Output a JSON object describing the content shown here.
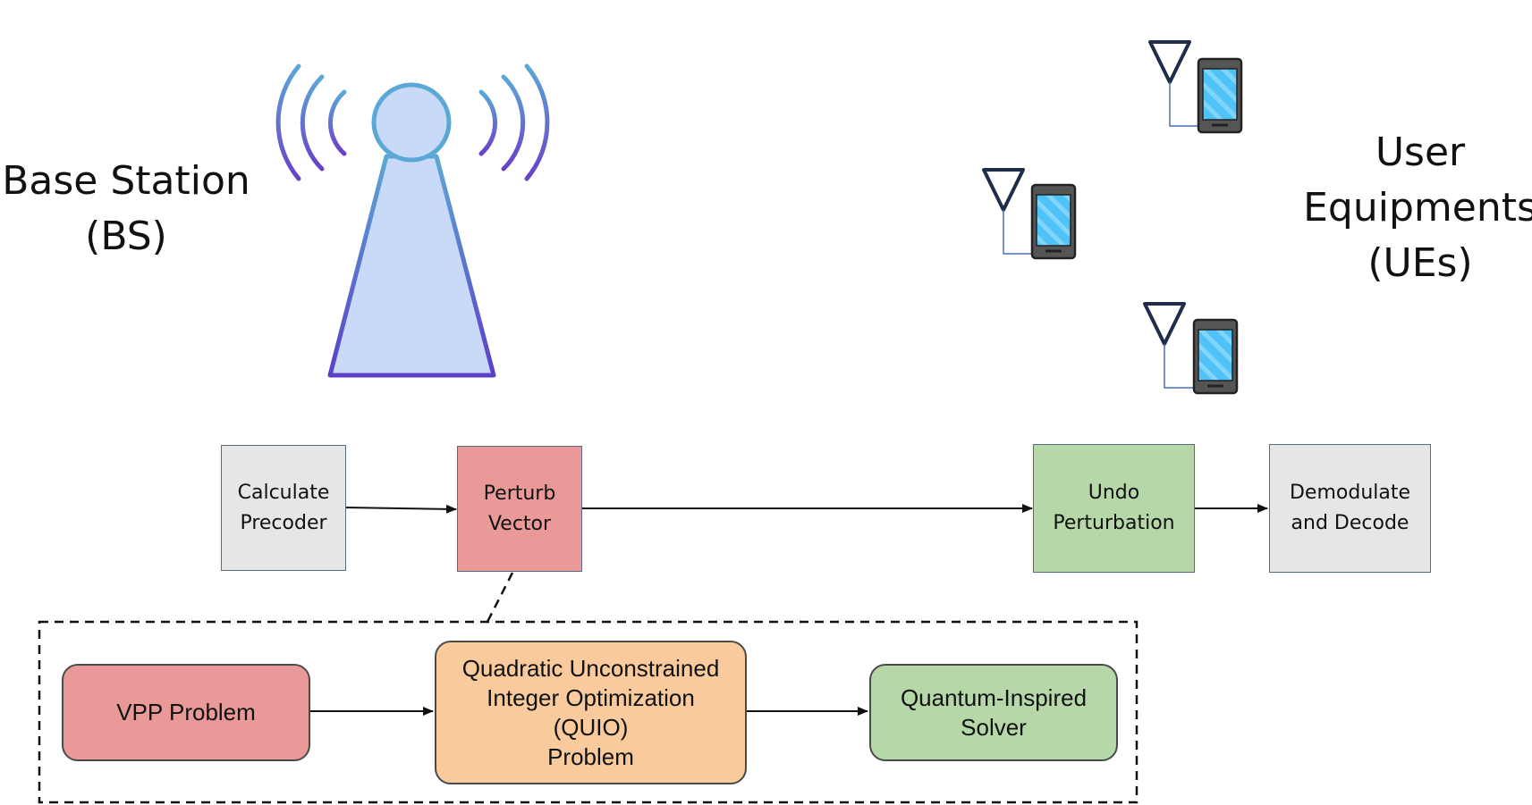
{
  "base_station": {
    "title": "Base Station",
    "abbrev": "(BS)"
  },
  "user_equipments": {
    "line1": "User",
    "line2": "Equipments",
    "abbrev": "(UEs)"
  },
  "flow": {
    "calculate_precoder": "Calculate\nPrecoder",
    "perturb_vector": "Perturb\nVector",
    "undo_perturbation": "Undo\nPerturbation",
    "demodulate_decode": "Demodulate\nand Decode"
  },
  "detail": {
    "vpp_problem": "VPP Problem",
    "quio_problem": "Quadratic Unconstrained\nInteger Optimization\n(QUIO)\nProblem",
    "solver": "Quantum-Inspired\nSolver"
  },
  "colors": {
    "gray_fill": "#e6e6e6",
    "red_fill": "#ea9999",
    "green_fill": "#b6d7a8",
    "orange_fill": "#f9cb9c",
    "tower_fill": "#c9daf8",
    "tower_stroke_top": "#5b9bd5",
    "tower_stroke_bottom": "#5b3fc8",
    "phone_screen": "#4fc3f7",
    "antenna": "#1f2d4a"
  },
  "icons": [
    "cell-tower-icon",
    "antenna-icon",
    "smartphone-icon"
  ]
}
